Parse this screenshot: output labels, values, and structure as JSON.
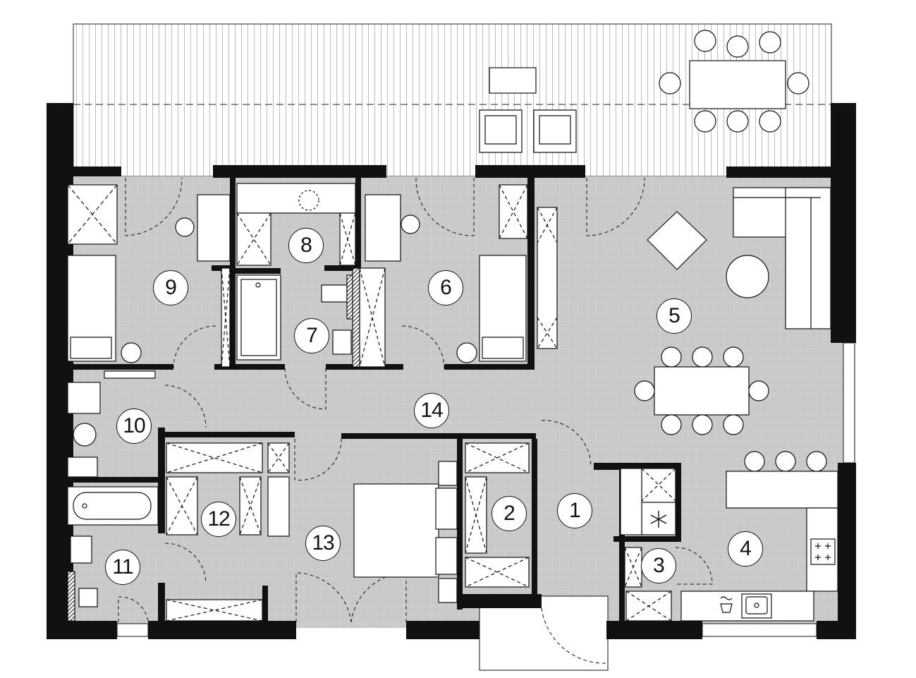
{
  "rooms": [
    {
      "id": "1",
      "label": "1"
    },
    {
      "id": "2",
      "label": "2"
    },
    {
      "id": "3",
      "label": "3"
    },
    {
      "id": "4",
      "label": "4"
    },
    {
      "id": "5",
      "label": "5"
    },
    {
      "id": "6",
      "label": "6"
    },
    {
      "id": "7",
      "label": "7"
    },
    {
      "id": "8",
      "label": "8"
    },
    {
      "id": "9",
      "label": "9"
    },
    {
      "id": "10",
      "label": "10"
    },
    {
      "id": "11",
      "label": "11"
    },
    {
      "id": "12",
      "label": "12"
    },
    {
      "id": "13",
      "label": "13"
    },
    {
      "id": "14",
      "label": "14"
    }
  ],
  "icons": {
    "freezer": "snowflake-icon",
    "washing_machine": "washer-icon",
    "cooktop": "hob-icon",
    "sink": "sink-icon"
  },
  "colors": {
    "floor": "#c8c8c8",
    "wall": "#111111",
    "terrace": "#ffffff"
  }
}
